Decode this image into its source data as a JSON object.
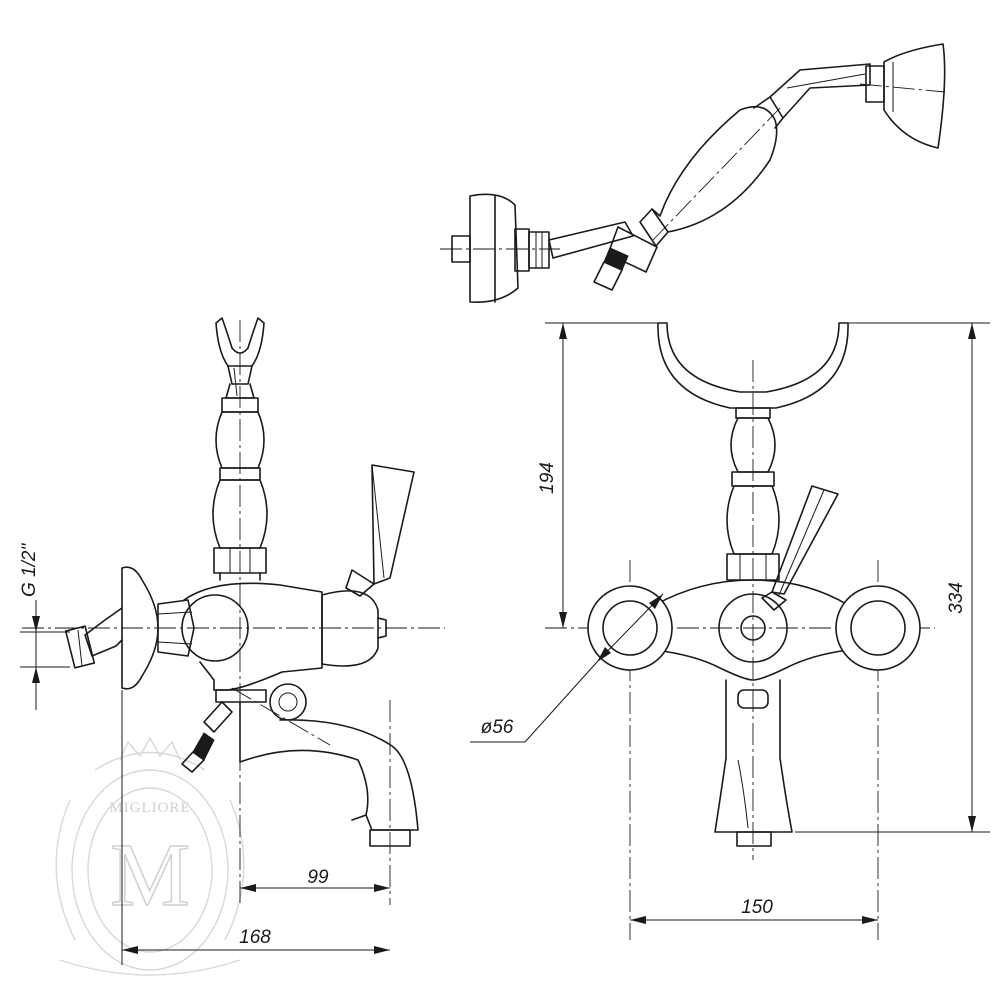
{
  "drawing": {
    "dimensions": {
      "g_half_inch": "G 1/2\"",
      "spout_reach": "99",
      "overall_depth": "168",
      "handle_diameter": "ø56",
      "holder_height": "194",
      "overall_height": "334",
      "center_distance": "150"
    },
    "watermark": {
      "brand": "MIGLIORE",
      "monogram": "M"
    }
  }
}
